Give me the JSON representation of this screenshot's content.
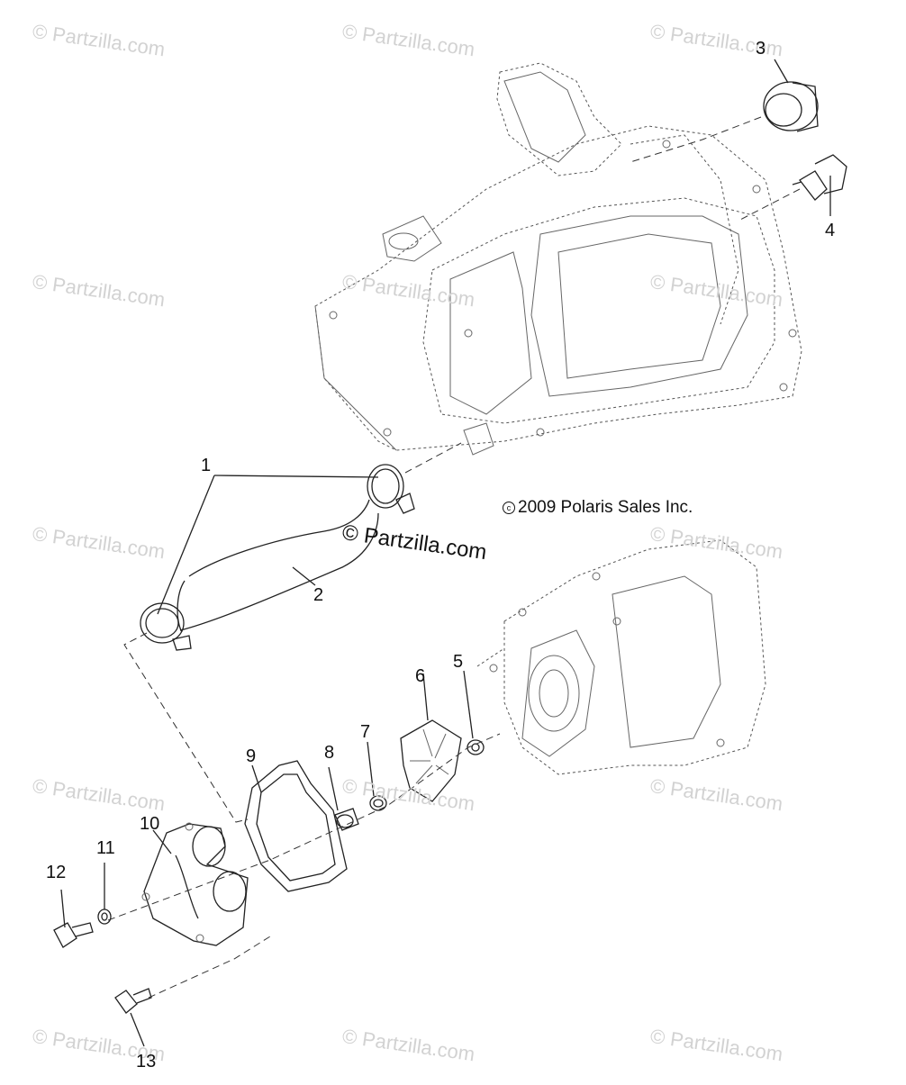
{
  "copyright": "2009 Polaris Sales Inc.",
  "copyright_symbol": "c",
  "watermark_main": "© Partzilla.com",
  "watermark": "© Partzilla.com",
  "callouts": [
    "1",
    "2",
    "3",
    "4",
    "5",
    "6",
    "7",
    "8",
    "9",
    "10",
    "11",
    "12",
    "13"
  ],
  "colors": {
    "line": "#222222",
    "watermark": "#d2d2d2",
    "background": "#ffffff"
  }
}
